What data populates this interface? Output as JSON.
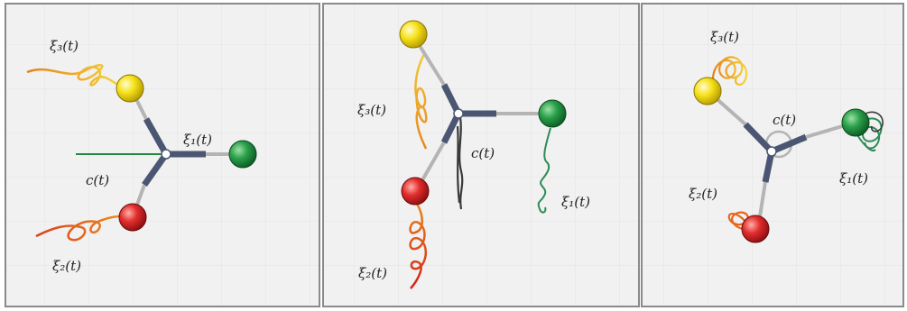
{
  "panels": [
    {
      "labels": {
        "xi1": "ξ₁(t)",
        "xi2": "ξ₂(t)",
        "xi3": "ξ₃(t)",
        "c": "c(t)"
      }
    },
    {
      "labels": {
        "xi1": "ξ₁(t)",
        "xi2": "ξ₂(t)",
        "xi3": "ξ₃(t)",
        "c": "c(t)"
      }
    },
    {
      "labels": {
        "xi1": "ξ₁(t)",
        "xi2": "ξ₂(t)",
        "xi3": "ξ₃(t)",
        "c": "c(t)"
      }
    }
  ],
  "colors": {
    "panel_bg": "#f1f1f1",
    "grid": "#e2e2e2",
    "divider": "#8a8a8a",
    "arm": "#4b5672",
    "bond": "#b4b4b4",
    "sphere_green": "#1f8f3f",
    "sphere_red": "#d8202a",
    "sphere_yellow": "#f2dc14",
    "trail_orange": "#e8861b",
    "trail_yellow": "#f2c93a",
    "trail_red": "#d8401c",
    "trail_green": "#2e8b57",
    "trail_dark": "#3a3a3a"
  }
}
